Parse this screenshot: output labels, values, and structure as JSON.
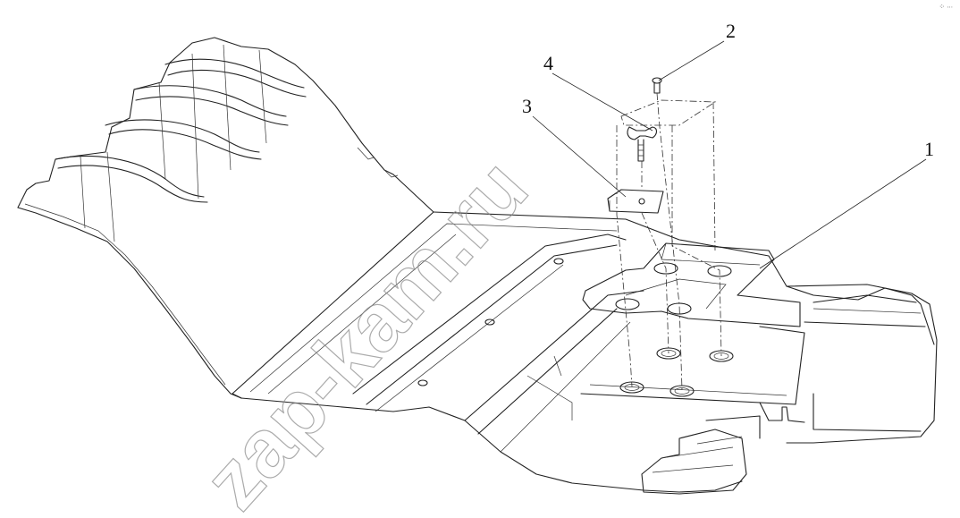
{
  "callouts": {
    "part_1": "1",
    "part_2": "2",
    "part_3": "3",
    "part_4": "4"
  },
  "watermark": "zap-kam.ru",
  "corner_mark": "⁘ ∙∙∙"
}
